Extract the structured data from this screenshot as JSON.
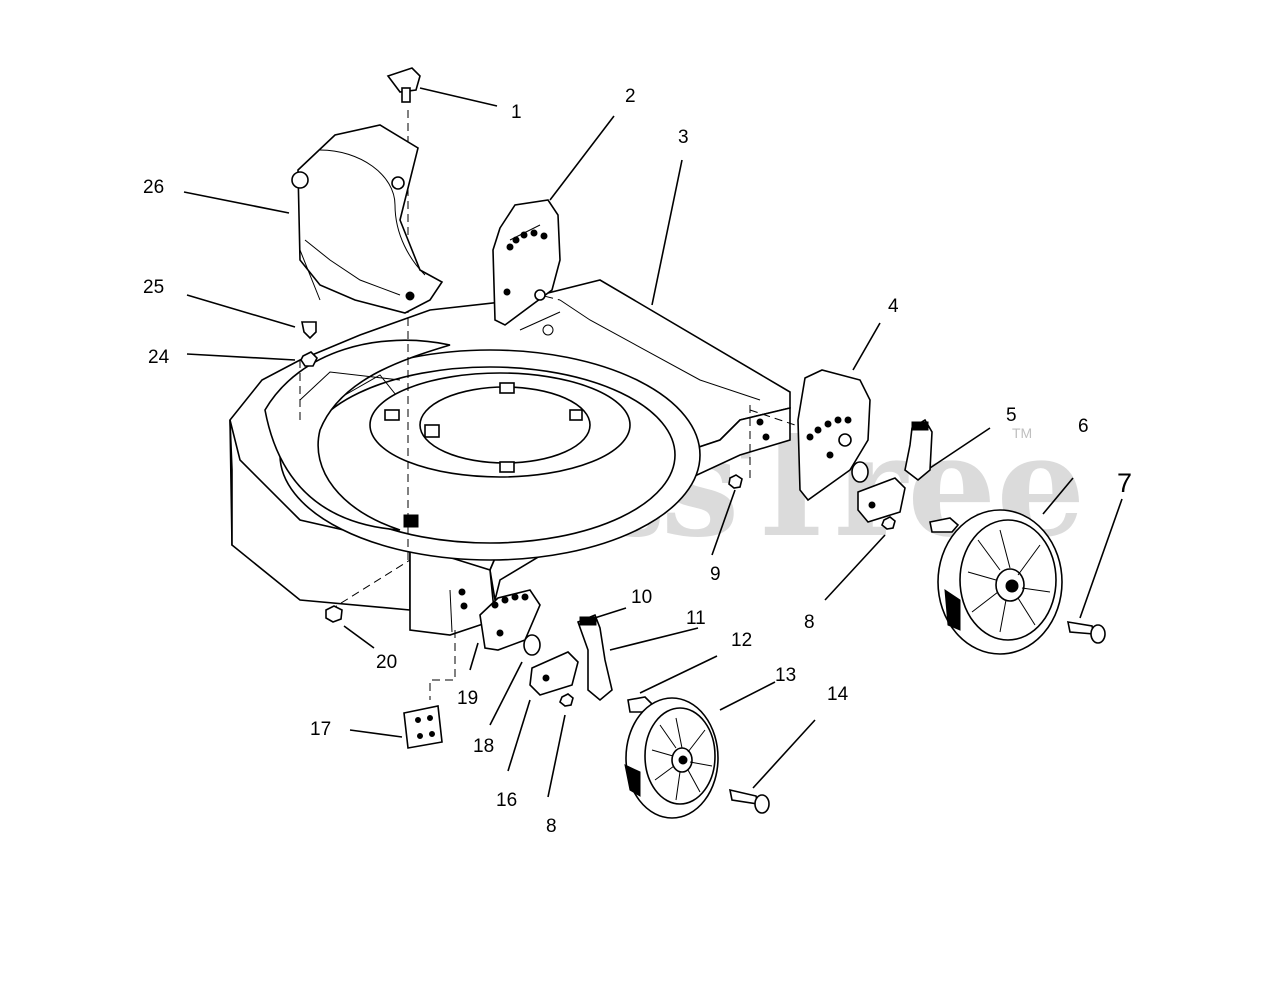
{
  "watermark": {
    "text": "PartsTree",
    "tm": "TM"
  },
  "callouts": [
    {
      "id": "c1",
      "text": "1"
    },
    {
      "id": "c2",
      "text": "2"
    },
    {
      "id": "c3",
      "text": "3"
    },
    {
      "id": "c4",
      "text": "4"
    },
    {
      "id": "c5",
      "text": "5"
    },
    {
      "id": "c6",
      "text": "6"
    },
    {
      "id": "c7",
      "text": "7"
    },
    {
      "id": "c8a",
      "text": "8"
    },
    {
      "id": "c8b",
      "text": "8"
    },
    {
      "id": "c9",
      "text": "9"
    },
    {
      "id": "c10",
      "text": "10"
    },
    {
      "id": "c11",
      "text": "11"
    },
    {
      "id": "c12",
      "text": "12"
    },
    {
      "id": "c13",
      "text": "13"
    },
    {
      "id": "c14",
      "text": "14"
    },
    {
      "id": "c16",
      "text": "16"
    },
    {
      "id": "c17",
      "text": "17"
    },
    {
      "id": "c18",
      "text": "18"
    },
    {
      "id": "c19",
      "text": "19"
    },
    {
      "id": "c20",
      "text": "20"
    },
    {
      "id": "c24",
      "text": "24"
    },
    {
      "id": "c25",
      "text": "25"
    },
    {
      "id": "c26",
      "text": "26"
    }
  ]
}
